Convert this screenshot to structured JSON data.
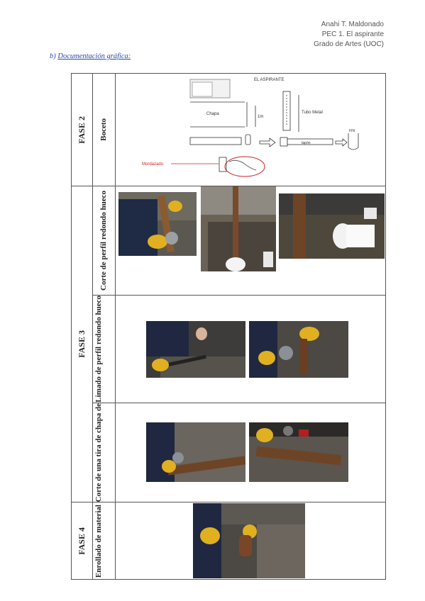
{
  "header": {
    "line1": "Anahi T. Maldonado",
    "line2": "PEC 1. El aspirante",
    "line3": "Grado de Artes (UOC)"
  },
  "section": {
    "prefix": "b)",
    "title": "Documentación gráfica:"
  },
  "rows": [
    {
      "phase": "FASE 2",
      "activity": "Boceto"
    },
    {
      "phase": "FASE 3",
      "activity": "Corte de perfil redondo hueco"
    },
    {
      "phase": "",
      "activity": "Limado de perfil redondo hueco"
    },
    {
      "phase": "",
      "activity": "Corte de una tira de chapa de"
    },
    {
      "phase": "FASE 4",
      "activity": "Enrollado de material"
    }
  ],
  "sketch": {
    "title": "EL ASPIRANTE",
    "chapa": "Chapa",
    "tubo": "Tubo Metal",
    "tapon": "tapón",
    "mordaza": "Mordazado",
    "fin": "FIN"
  },
  "colors": {
    "accent_red": "#d22020",
    "section_blue": "#2a4aa8"
  }
}
